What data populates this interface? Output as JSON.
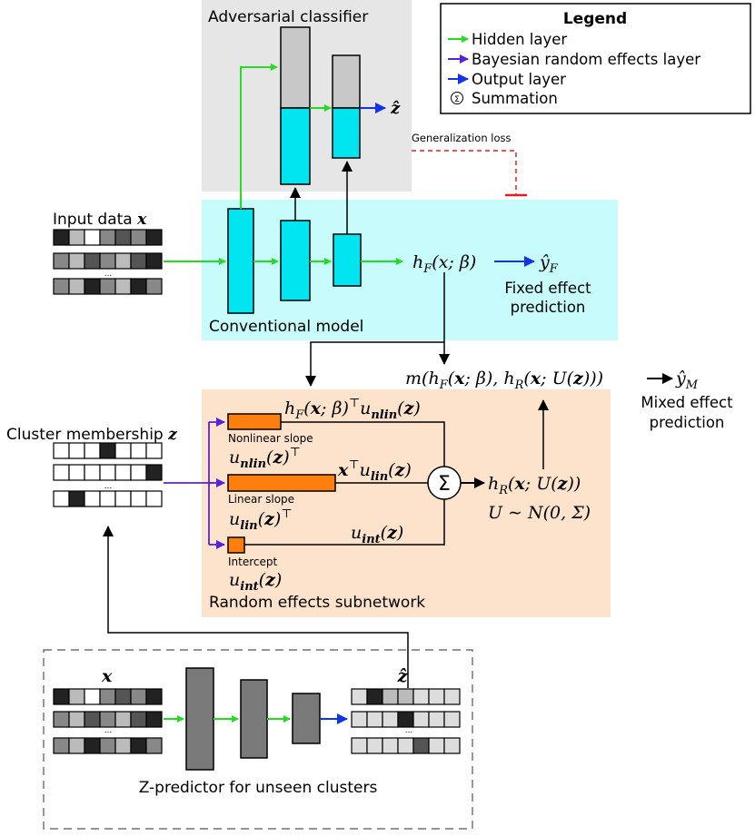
{
  "colors": {
    "hidden_arrow": "#22dd22",
    "random_effects_arrow": "#5522dd",
    "output_arrow": "#1133ee",
    "adversarial_bg": "#e6e6e6",
    "conventional_bg": "#c8fbfb",
    "random_bg": "#fde3cc",
    "cyan_layer": "#00e5f0",
    "gray_layer": "#c8c8c8",
    "orange_layer": "#ff7f0e",
    "predictor_layer": "#7a7a7a",
    "loss_line": "#e02020"
  },
  "legend": {
    "title": "Legend",
    "hidden": "Hidden layer",
    "bayesian": "Bayesian random effects layer",
    "output": "Output layer",
    "summation": "Summation"
  },
  "adversarial": {
    "title": "Adversarial classifier",
    "output": "ẑ"
  },
  "generalization_loss": "Generalization loss",
  "input": {
    "label": "Input data ",
    "var": "x",
    "dots": "..."
  },
  "conventional": {
    "title": "Conventional model",
    "hf_expr": "h",
    "hf_sub": "F",
    "hf_args": "(x; β)",
    "yf": "ŷ",
    "yf_sub": "F",
    "fixed_pred_1": "Fixed effect",
    "fixed_pred_2": "prediction"
  },
  "mixed": {
    "expr": "m(h_F(x;β), h_R(x;U(z)))",
    "y": "ŷ",
    "y_sub": "M",
    "pred_1": "Mixed effect",
    "pred_2": "prediction"
  },
  "cluster": {
    "label": "Cluster membership ",
    "var": "z",
    "dots": "..."
  },
  "random": {
    "title": "Random effects subnetwork",
    "nonlinear_label": "Nonlinear slope",
    "nonlinear_expr": "h_F(x;β)ᵀu_nlin(z)",
    "nonlinear_param": "u_nlin(z)ᵀ",
    "linear_label": "Linear slope",
    "linear_expr": "xᵀu_lin(z)",
    "linear_param": "u_lin(z)ᵀ",
    "intercept_label": "Intercept",
    "intercept_expr": "u_int(z)",
    "intercept_param": "u_int(z)",
    "sum_symbol": "Σ",
    "hr_expr": "h_R(x;U(z))",
    "prior": "U ∼ N(0, Σ)"
  },
  "zpredictor": {
    "title": "Z-predictor for unseen clusters",
    "in_var": "x",
    "out_var": "ẑ",
    "dots": "..."
  }
}
